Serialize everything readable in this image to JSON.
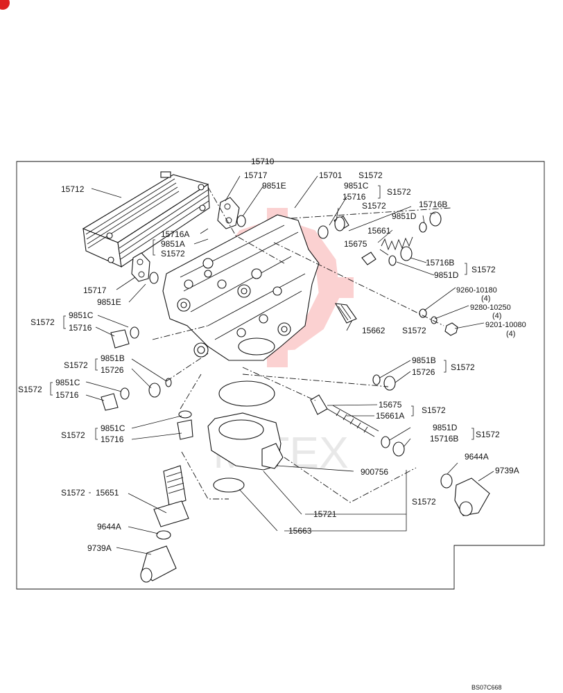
{
  "diagram": {
    "watermark": "MITEX",
    "footer_code": "BS07C668",
    "labels": [
      "15710",
      "15712",
      "15717",
      "9851E",
      "15701",
      "S1572",
      "9851C",
      "S1572",
      "15716",
      "S1572",
      "15716B",
      "9851D",
      "15661",
      "15675",
      "15716A",
      "9851A",
      "S1572",
      "15717",
      "9851E",
      "15716B",
      "S1572",
      "9851D",
      "9260-10180",
      "(4)",
      "9280-10250",
      "(4)",
      "9201-10080",
      "(4)",
      "S1572",
      "9851C",
      "15716",
      "15662",
      "S1572",
      "S1572",
      "9851B",
      "15726",
      "9851B",
      "S1572",
      "15726",
      "S1572",
      "9851C",
      "15716",
      "15675",
      "S1572",
      "15661A",
      "S1572",
      "9851C",
      "15716",
      "9851D",
      "S1572",
      "15716B",
      "9644A",
      "900756",
      "9739A",
      "S1572",
      "S1572",
      "15651",
      "15721",
      "9644A",
      "15663",
      "9739A"
    ]
  }
}
